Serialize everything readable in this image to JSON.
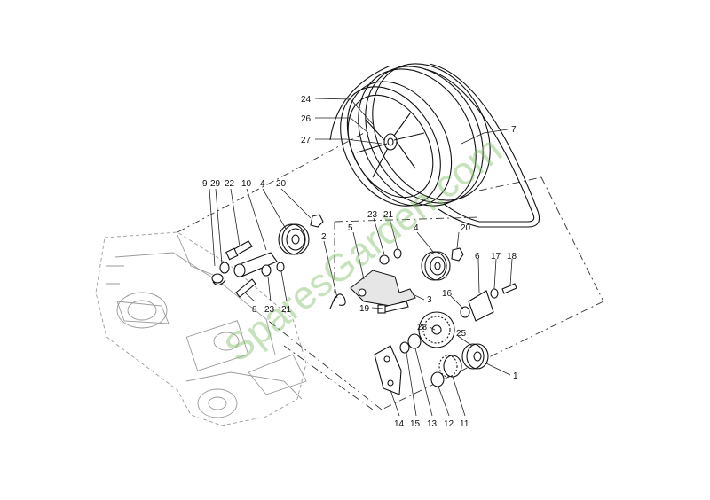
{
  "watermark": "SparesGarden.com",
  "callouts": [
    {
      "label": "24"
    },
    {
      "label": "26"
    },
    {
      "label": "27"
    },
    {
      "label": "7"
    },
    {
      "label": "9"
    },
    {
      "label": "29"
    },
    {
      "label": "22"
    },
    {
      "label": "10"
    },
    {
      "label": "4"
    },
    {
      "label": "20"
    },
    {
      "label": "2"
    },
    {
      "label": "8"
    },
    {
      "label": "23"
    },
    {
      "label": "21"
    },
    {
      "label": "5"
    },
    {
      "label": "23"
    },
    {
      "label": "21"
    },
    {
      "label": "4"
    },
    {
      "label": "20"
    },
    {
      "label": "19"
    },
    {
      "label": "3"
    },
    {
      "label": "6"
    },
    {
      "label": "17"
    },
    {
      "label": "18"
    },
    {
      "label": "16"
    },
    {
      "label": "28"
    },
    {
      "label": "25"
    },
    {
      "label": "1"
    },
    {
      "label": "14"
    },
    {
      "label": "15"
    },
    {
      "label": "13"
    },
    {
      "label": "12"
    },
    {
      "label": "11"
    }
  ]
}
